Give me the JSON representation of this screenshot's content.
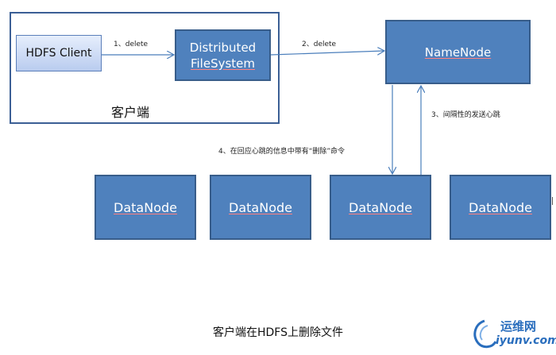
{
  "client_region": {
    "caption": "客户端"
  },
  "nodes": {
    "hdfs_client": "HDFS  Client",
    "dfs_line1": "Distributed",
    "dfs_line2": "FileSystem",
    "namenode": "NameNode",
    "datanodes": [
      "DataNode",
      "DataNode",
      "DataNode",
      "DataNode"
    ]
  },
  "edges": {
    "step1": "1、delete",
    "step2": "2、delete",
    "step3": "3、间隔性的发送心跳",
    "step4": "4、在回应心跳的信息中带有“删除”命令"
  },
  "caption": "客户端在HDFS上删除文件",
  "watermark": {
    "cn": "运维网",
    "en": "iyunv.com"
  },
  "colors": {
    "box_fill": "#4f81bd",
    "box_border": "#385d8a",
    "arrow": "#4a7ebb"
  }
}
